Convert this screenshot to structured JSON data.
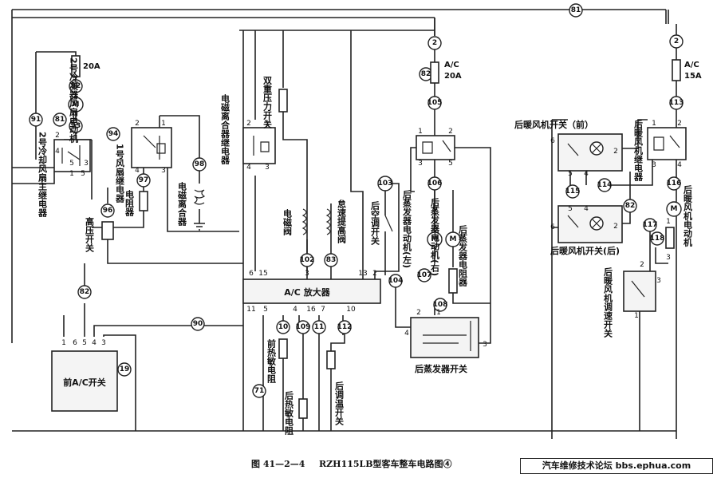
{
  "caption": {
    "figure_no": "图 41—2—4",
    "title": "RZH115LB型客车整车电路图④"
  },
  "watermark": "汽车维修技术论坛 bbs.ephua.com",
  "components": {
    "cond_fan_motor": "2号冷凝器风扇电动机",
    "cooling_fan_relay": "2号冷却风扇主继电器",
    "fan_relay_1": "1号风扇继电器",
    "resistor": "电阻器",
    "high_pressure_switch": "高压开关",
    "mag_clutch": "电磁离合器",
    "mag_clutch_relay": "电磁离合器继电器",
    "dual_pressure_switch": "双重压力开关",
    "solenoid_valve": "电磁阀",
    "idle_up_valve": "怠速提高阀",
    "ac_amplifier": "A/C 放大器",
    "rear_ac_switch": "后空调开关",
    "front_ac_switch": "前A/C开关",
    "front_thermistor": "前热敏电阻",
    "rear_thermistor": "后热敏电阻",
    "rear_temp_switch": "后调温开关",
    "rear_evap_motor_left": "后蒸发器电动机(左)",
    "rear_evap_motor_right": "后蒸发器电动机(右)",
    "rear_evap_resistor": "后蒸发器电阻器",
    "rear_evap_switch": "后蒸发器开关",
    "rear_heater_fan_switch_front": "后暖风机开关（前）",
    "rear_heater_fan_switch_rear": "后暖风机开关(后)",
    "rear_heater_fan_relay": "后暖风机继电器",
    "rear_heater_motor": "后暖风机电动机",
    "rear_heater_speed_switch": "后暖风机调速开关"
  },
  "fuses": {
    "fan_fuse": "20A",
    "ac_fuse_label": "A/C",
    "ac_fuse_amp": "20A",
    "heater_fuse_label": "A/C",
    "heater_fuse_amp": "15A"
  },
  "nodes": {
    "n81_top": "81",
    "n2_a": "2",
    "n2_b": "2",
    "n82_a": "82",
    "n105": "105",
    "n113": "113",
    "n92": "92",
    "n81": "81",
    "n93": "93",
    "n91": "91",
    "n94": "94",
    "n97": "97",
    "n98": "98",
    "n96": "96",
    "n82_b": "82",
    "n90": "90",
    "n19": "19",
    "n71": "71",
    "n10": "10",
    "n109": "109",
    "n11": "11",
    "n112": "112",
    "n102": "102",
    "n83": "83",
    "n103": "103",
    "n104": "104",
    "n106": "106",
    "n107": "107",
    "n108": "108",
    "n115": "115",
    "n114": "114",
    "n82_c": "82",
    "n116": "116",
    "n117": "117",
    "n118": "118"
  },
  "pins": {
    "amp_top": [
      "6",
      "15",
      "3",
      "13",
      "2"
    ],
    "amp_bottom": [
      "11",
      "5",
      "4",
      "16",
      "7",
      "10"
    ],
    "front_ac": [
      "1",
      "6",
      "5",
      "4",
      "3"
    ],
    "relay_a": [
      "1",
      "2",
      "3",
      "4",
      "5"
    ],
    "relay_b": [
      "2",
      "1",
      "4",
      "3"
    ],
    "relay_c": [
      "2",
      "1",
      "4",
      "3"
    ],
    "relay_d": [
      "1",
      "2",
      "3",
      "5"
    ],
    "relay_e": [
      "1",
      "2",
      "3",
      "4"
    ],
    "heat_sw_front": [
      "6",
      "2",
      "5",
      "4"
    ],
    "heat_sw_rear": [
      "6",
      "2",
      "5",
      "4"
    ],
    "evap_sw": [
      "4",
      "2",
      "1",
      "3"
    ],
    "speed_sw": [
      "1",
      "2",
      "3"
    ],
    "motor_pins": [
      "1",
      "3"
    ]
  },
  "icons": [
    "motor-icon",
    "coil-icon",
    "lamp-icon",
    "ground-icon",
    "relay-icon",
    "switch-icon"
  ]
}
